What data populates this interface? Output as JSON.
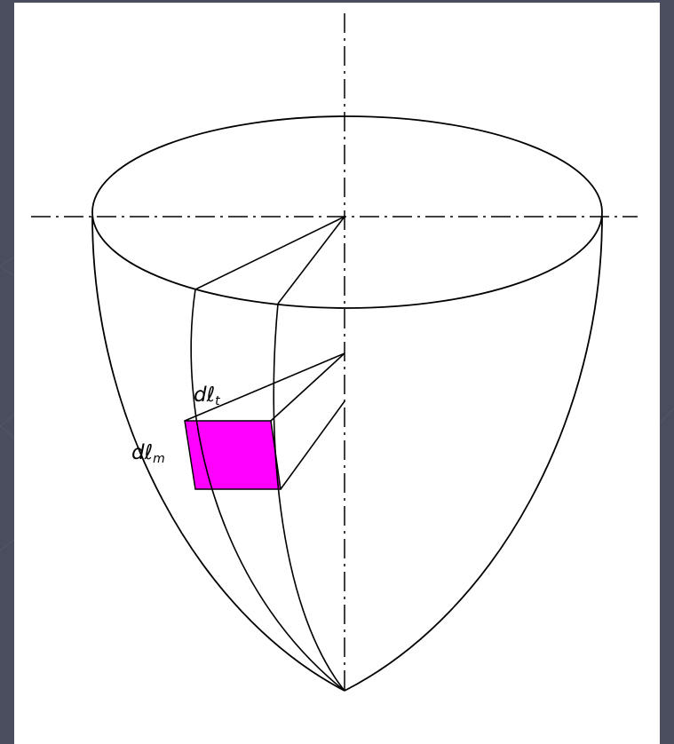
{
  "colors": {
    "background": "#4a4d5e",
    "canvas": "#ffffff",
    "stroke": "#000000",
    "highlight": "#ff00ff"
  },
  "labels": {
    "dlt": {
      "main": "dℓ",
      "sub": "t"
    },
    "dlm": {
      "main": "dℓ",
      "sub": "m"
    }
  }
}
